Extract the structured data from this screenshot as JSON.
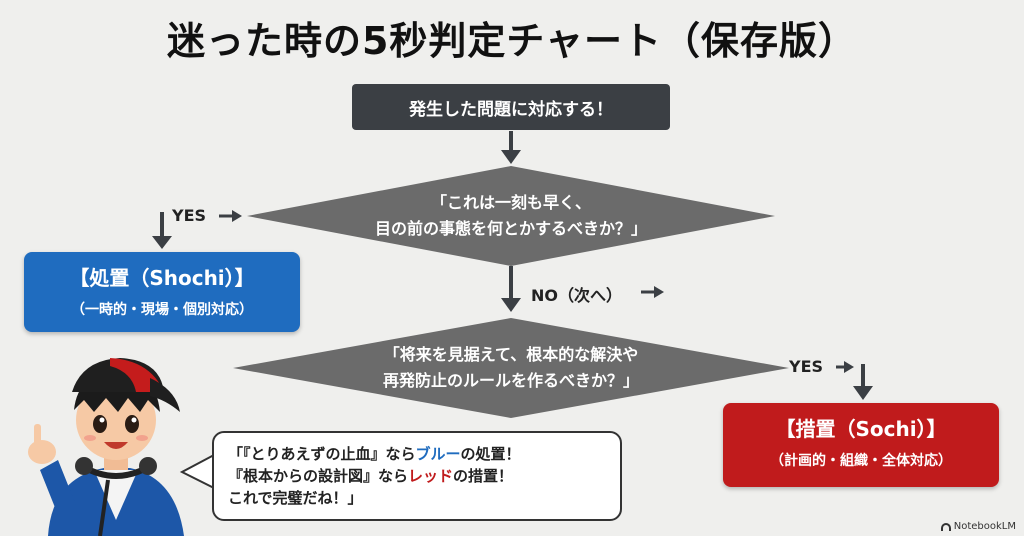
{
  "title": "迷った時の5秒判定チャート（保存版）",
  "start": "発生した問題に対応する！",
  "question1": {
    "line1": "「これは一刻も早く、",
    "line2": "目の前の事態を何とかするべきか？」"
  },
  "question2": {
    "line1": "「将来を見据えて、根本的な解決や",
    "line2": "再発防止のルールを作るべきか？」"
  },
  "yes_label": "YES",
  "no_label": "NO（次へ）",
  "shochi": {
    "title": "【処置（Shochi）】",
    "subtitle": "（一時的・現場・個別対応）",
    "color": "#1f6cbf"
  },
  "sochi": {
    "title": "【措置（Sochi）】",
    "subtitle": "（計画的・組織・全体対応）",
    "color": "#c01b1c"
  },
  "speech": {
    "l1_a": "「『とりあえずの止血』なら",
    "l1_b": "ブルー",
    "l1_c": "の処置！",
    "l2_a": "『根本からの設計図』なら",
    "l2_b": "レッド",
    "l2_c": "の措置！",
    "l3": "これで完璧だね！」"
  },
  "credit": "NotebookLM"
}
